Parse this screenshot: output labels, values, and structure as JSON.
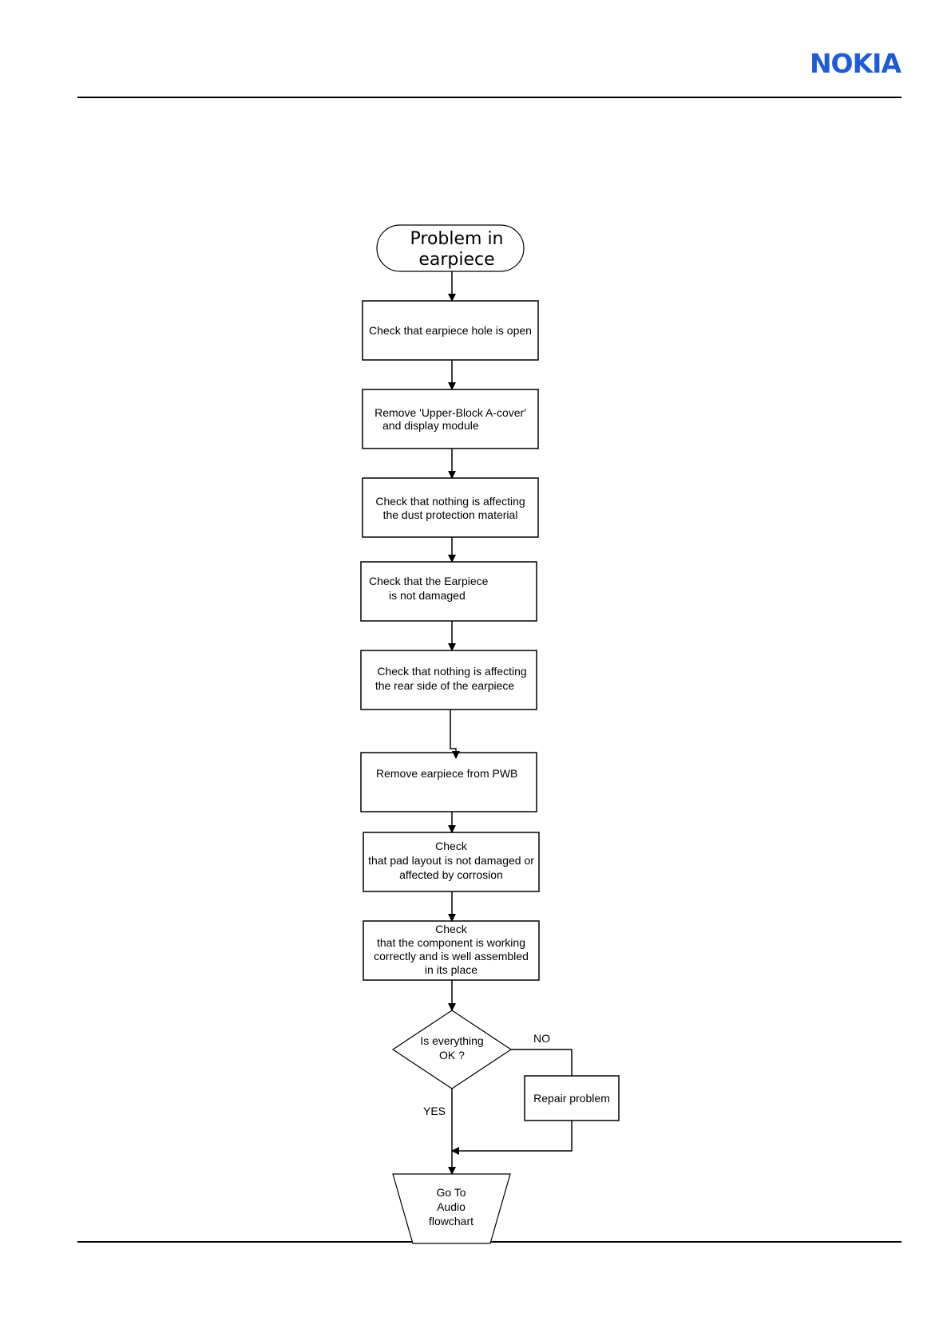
{
  "header": {
    "brand": "NOKIA",
    "brand_color": "#1f5bd6"
  },
  "flowchart": {
    "start": [
      "Problem in",
      "earpiece"
    ],
    "steps": [
      [
        "Check that earpiece hole is open"
      ],
      [
        "Remove 'Upper-Block A-cover'",
        "and  display module"
      ],
      [
        "Check that nothing is affecting",
        "the dust protection material"
      ],
      [
        "Check that the Earpiece",
        "is not damaged"
      ],
      [
        "Check that nothing is affecting",
        "the rear side of the earpiece"
      ],
      [
        "Remove earpiece from PWB"
      ],
      [
        "Check",
        "that pad layout is not damaged or",
        "affected by corrosion"
      ],
      [
        "Check",
        "that the component is working",
        "correctly and is well assembled",
        "in its place"
      ]
    ],
    "decision": [
      "Is everything",
      "OK ?"
    ],
    "no_label": "NO",
    "yes_label": "YES",
    "repair": [
      "Repair problem"
    ],
    "end": [
      "Go To",
      "Audio",
      "flowchart"
    ]
  }
}
